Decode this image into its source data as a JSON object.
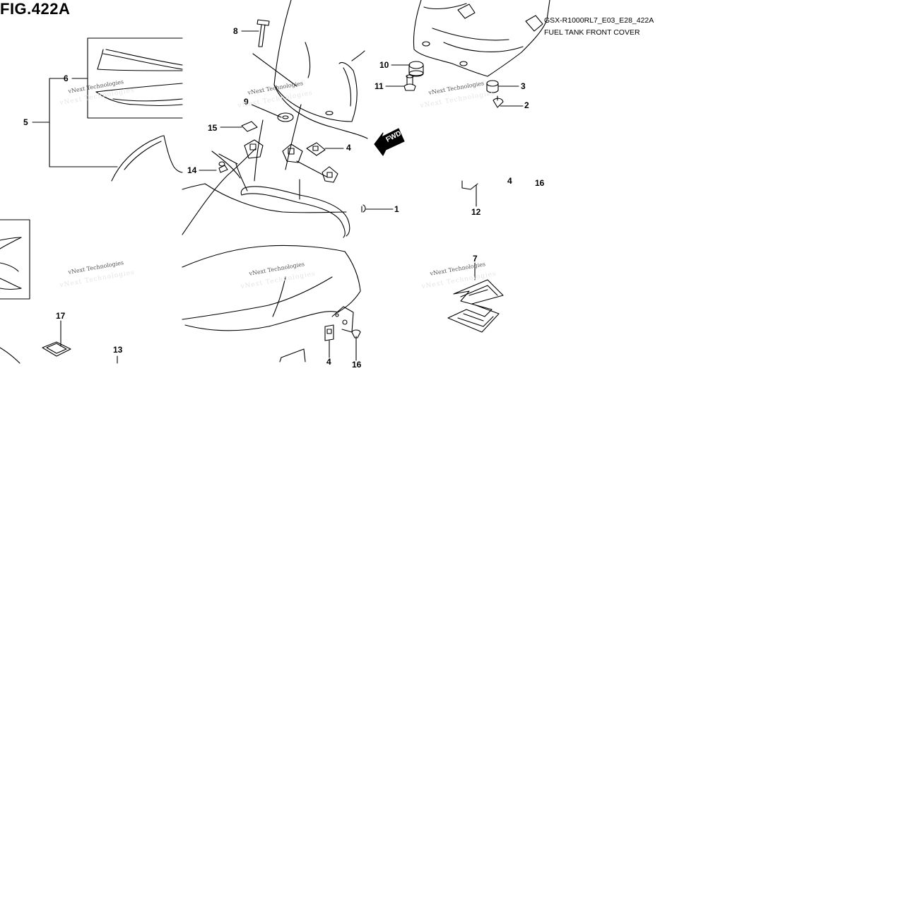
{
  "figure": {
    "title": "FIG.422A",
    "code": "GSX-R1000RL7_E03_E28_422A",
    "name": "FUEL TANK FRONT COVER"
  },
  "fwd_label": "FWD",
  "watermark": "vNext Technologies",
  "callouts": [
    {
      "id": "c8",
      "text": "8"
    },
    {
      "id": "c10",
      "text": "10"
    },
    {
      "id": "c11",
      "text": "11"
    },
    {
      "id": "c3",
      "text": "3"
    },
    {
      "id": "c2",
      "text": "2"
    },
    {
      "id": "c6",
      "text": "6"
    },
    {
      "id": "c9",
      "text": "9"
    },
    {
      "id": "c5",
      "text": "5"
    },
    {
      "id": "c15",
      "text": "15"
    },
    {
      "id": "c4a",
      "text": "4"
    },
    {
      "id": "c14",
      "text": "14"
    },
    {
      "id": "c1",
      "text": "1"
    },
    {
      "id": "c12",
      "text": "12"
    },
    {
      "id": "c4c",
      "text": "4"
    },
    {
      "id": "c16a",
      "text": "16"
    },
    {
      "id": "c7",
      "text": "7"
    },
    {
      "id": "c17",
      "text": "17"
    },
    {
      "id": "c13",
      "text": "13"
    },
    {
      "id": "c4b",
      "text": "4"
    },
    {
      "id": "c16b",
      "text": "16"
    }
  ]
}
